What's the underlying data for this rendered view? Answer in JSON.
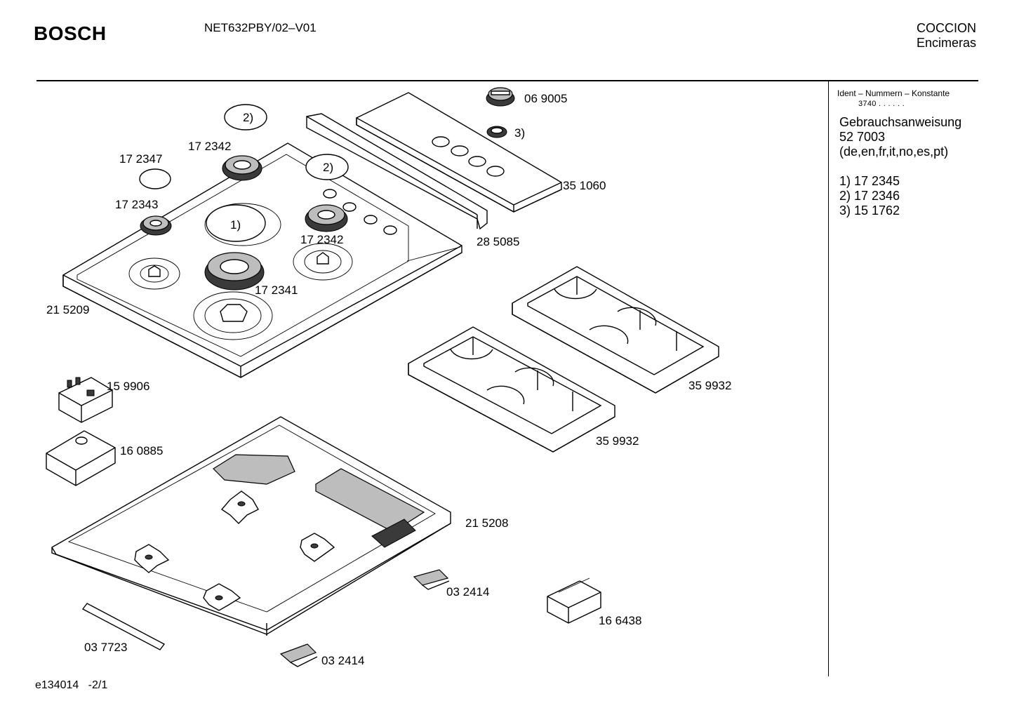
{
  "header": {
    "brand": "BOSCH",
    "model": "NET632PBY/02–V01",
    "category": "COCCION",
    "subcategory": "Encimeras"
  },
  "sidebar": {
    "ident_title": "Ident – Nummern – Konstante",
    "ident_number": "3740 . . . . . .",
    "manual_label": "Gebrauchsanweisung",
    "manual_number": "52 7003",
    "manual_languages": "(de,en,fr,it,no,es,pt)",
    "footnotes": [
      "1) 17 2345",
      "2) 17 2346",
      "3) 15 1762"
    ]
  },
  "diagram": {
    "callouts": {
      "ring_1": "1)",
      "ring_2a": "2)",
      "ring_2b": "2)"
    },
    "part_labels": {
      "knob": "06 9005",
      "knob_spacer": "3)",
      "control_panel": "35 1060",
      "panel_strip": "28 5085",
      "burner_cap_small": "17 2347",
      "burner_medium_back": "17 2342",
      "burner_small": "17 2343",
      "burner_medium_front": "17 2342",
      "burner_large": "17 2341",
      "hob_top": "21 5209",
      "pan_support_rear": "35 9932",
      "pan_support_front": "35 9932",
      "ignition_module": "15 9906",
      "module_cover": "16 0885",
      "base_tray": "21 5208",
      "clip_right": "03 2414",
      "clip_bottom": "03 2414",
      "seal_strip": "03 7723",
      "junction_box": "16 6438"
    }
  },
  "footer": {
    "drawing_id": "e134014",
    "page": "-2/1"
  }
}
